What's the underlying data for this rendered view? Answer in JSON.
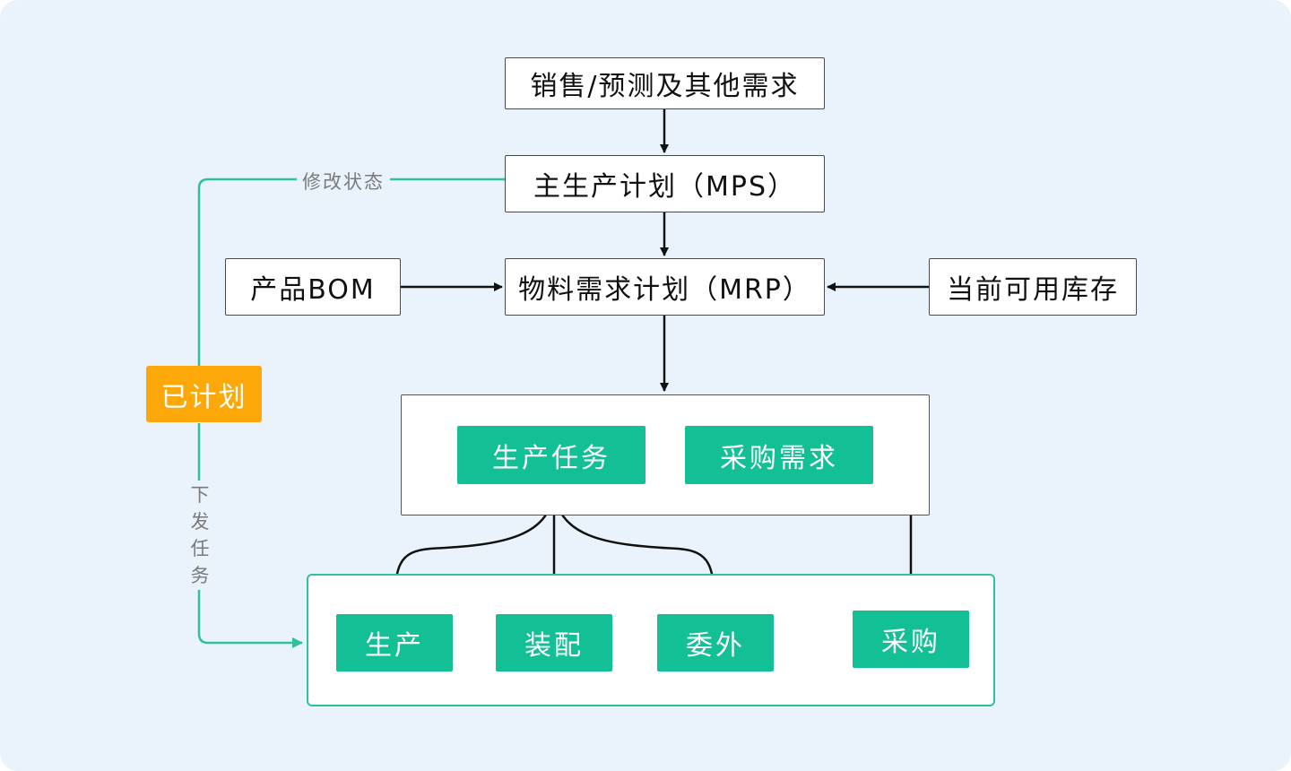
{
  "nodes": {
    "demand": "销售/预测及其他需求",
    "mps": "主生产计划（MPS）",
    "bom": "产品BOM",
    "mrp": "物料需求计划（MRP）",
    "inventory": "当前可用库存",
    "planned": "已计划",
    "production_task": "生产任务",
    "purchase_demand": "采购需求",
    "produce": "生产",
    "assemble": "装配",
    "outsource": "委外",
    "purchase": "采购"
  },
  "edge_labels": {
    "modify_status": "修改状态",
    "dispatch_task": [
      "下",
      "发",
      "任",
      "务"
    ]
  },
  "colors": {
    "background": "#eaf3fb",
    "green_node": "#13bf94",
    "green_border": "#2fc0a0",
    "orange_node": "#fba808",
    "line": "#111111",
    "label_text": "#7a7a7a"
  }
}
